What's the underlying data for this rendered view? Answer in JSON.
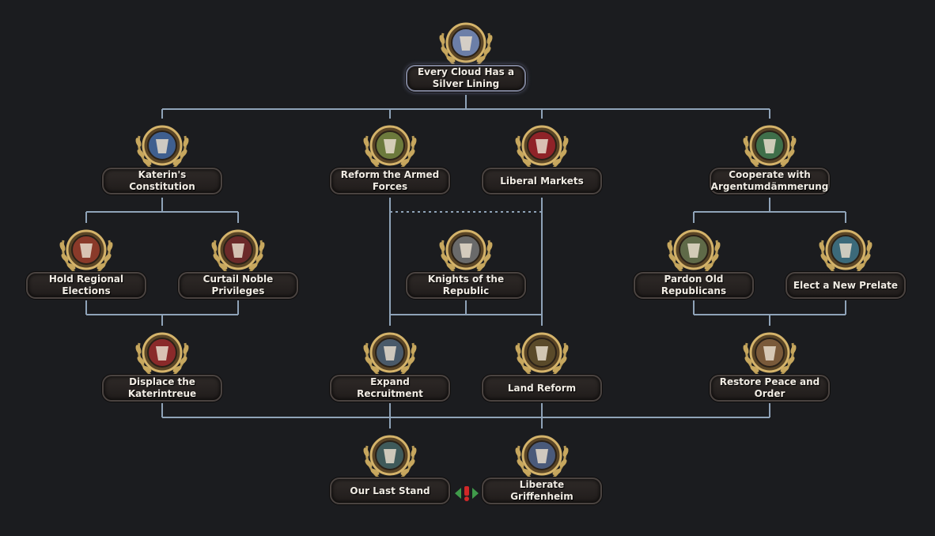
{
  "focus_tree": {
    "nodes": [
      {
        "id": "cloud",
        "label": "Every Cloud Has a Silver Lining",
        "icon": "raised-gauntlet-icon",
        "color": "#6c7fa8",
        "selected": true
      },
      {
        "id": "constitution",
        "label": "Katerin's Constitution",
        "icon": "constitution-scroll-icon",
        "color": "#3f5f8f"
      },
      {
        "id": "armed",
        "label": "Reform the Armed Forces",
        "icon": "crossed-rifles-icon",
        "color": "#6c7a3c"
      },
      {
        "id": "markets",
        "label": "Liberal Markets",
        "icon": "market-crest-icon",
        "color": "#8f2328"
      },
      {
        "id": "cooperate",
        "label": "Cooperate with Argentumdämmerung",
        "icon": "handshake-icon",
        "color": "#3f6f4a"
      },
      {
        "id": "elections",
        "label": "Hold Regional Elections",
        "icon": "ballot-box-icon",
        "color": "#8a3a2a"
      },
      {
        "id": "noble",
        "label": "Curtail Noble Privileges",
        "icon": "chained-crown-icon",
        "color": "#6b2a2a"
      },
      {
        "id": "knights",
        "label": "Knights of the Republic",
        "icon": "knight-helmet-icon",
        "color": "#6a6a6a"
      },
      {
        "id": "pardon",
        "label": "Pardon Old Republicans",
        "icon": "pardon-handshake-icon",
        "color": "#5f6a48"
      },
      {
        "id": "prelate",
        "label": "Elect a New Prelate",
        "icon": "prelate-banner-icon",
        "color": "#3c6a7a"
      },
      {
        "id": "katerintreue",
        "label": "Displace the Katerintreue",
        "icon": "crowned-eagle-icon",
        "color": "#8a2a2a"
      },
      {
        "id": "recruitment",
        "label": "Expand Recruitment",
        "icon": "soldier-icon",
        "color": "#4a5a6a"
      },
      {
        "id": "land",
        "label": "Land Reform",
        "icon": "wheat-field-icon",
        "color": "#5a4a2a"
      },
      {
        "id": "peace",
        "label": "Restore Peace and Order",
        "icon": "raised-fist-icon",
        "color": "#7a5a3a"
      },
      {
        "id": "laststand",
        "label": "Our Last Stand",
        "icon": "fortress-icon",
        "color": "#3f5a5a"
      },
      {
        "id": "griffenheim",
        "label": "Liberate Griffenheim",
        "icon": "winged-statue-icon",
        "color": "#4a5a7a"
      }
    ],
    "exclusive_icon": "mutually-exclusive-icon"
  }
}
